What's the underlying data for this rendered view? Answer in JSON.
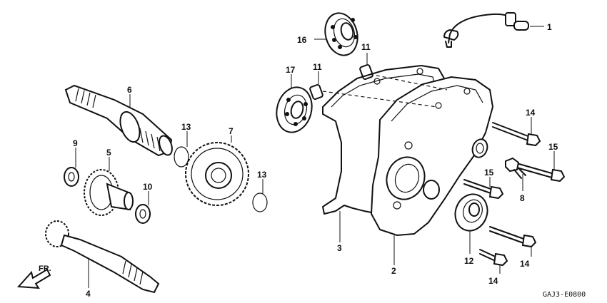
{
  "diagram_code": "GAJ3-E0800",
  "direction_label": "FR.",
  "callouts": {
    "c1": "1",
    "c2": "2",
    "c3": "3",
    "c4": "4",
    "c5": "5",
    "c6": "6",
    "c7": "7",
    "c8": "8",
    "c9": "9",
    "c10": "10",
    "c11a": "11",
    "c11b": "11",
    "c12": "12",
    "c13a": "13",
    "c13b": "13",
    "c14a": "14",
    "c14b": "14",
    "c14c": "14",
    "c15a": "15",
    "c15b": "15",
    "c16": "16",
    "c17": "17"
  }
}
